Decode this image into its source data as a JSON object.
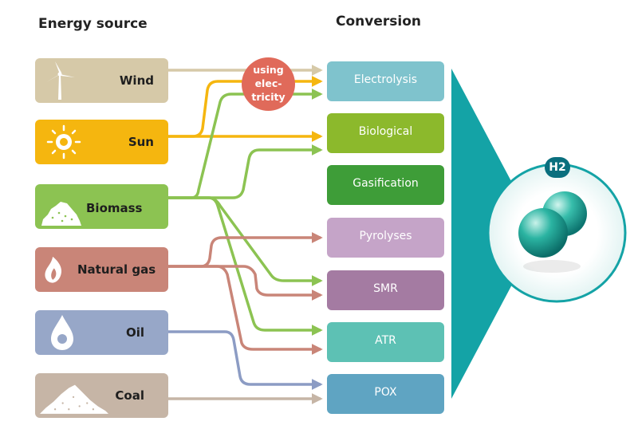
{
  "headings": {
    "source": "Energy source",
    "conversion": "Conversion"
  },
  "sources": [
    {
      "id": "wind",
      "label": "Wind",
      "color": "#d6c9a8",
      "icon": "wind-turbine-icon"
    },
    {
      "id": "sun",
      "label": "Sun",
      "color": "#f5b60f",
      "icon": "sun-icon"
    },
    {
      "id": "biomass",
      "label": "Biomass",
      "color": "#8cc352",
      "icon": "biomass-pile-icon"
    },
    {
      "id": "natural-gas",
      "label": "Natural gas",
      "color": "#c98578",
      "icon": "gas-flame-icon"
    },
    {
      "id": "oil",
      "label": "Oil",
      "color": "#97a7c8",
      "icon": "oil-drop-icon"
    },
    {
      "id": "coal",
      "label": "Coal",
      "color": "#c6b5a6",
      "icon": "coal-pile-icon"
    }
  ],
  "conversions": [
    {
      "id": "electrolysis",
      "label": "Electrolysis",
      "color": "#7fc3cd"
    },
    {
      "id": "biological",
      "label": "Biological",
      "color": "#8cb92c"
    },
    {
      "id": "gasification",
      "label": "Gasification",
      "color": "#3e9d38"
    },
    {
      "id": "pyrolyses",
      "label": "Pyrolyses",
      "color": "#c5a4c8"
    },
    {
      "id": "smr",
      "label": "SMR",
      "color": "#a47ba2"
    },
    {
      "id": "atr",
      "label": "ATR",
      "color": "#5dc1b4"
    },
    {
      "id": "pox",
      "label": "POX",
      "color": "#5fa4c2"
    }
  ],
  "electricity_badge": {
    "line1": "using",
    "line2": "elec-",
    "line3": "tricity",
    "color": "#e06a5a"
  },
  "output": {
    "label": "H2",
    "funnel_color": "#14a3a6"
  }
}
